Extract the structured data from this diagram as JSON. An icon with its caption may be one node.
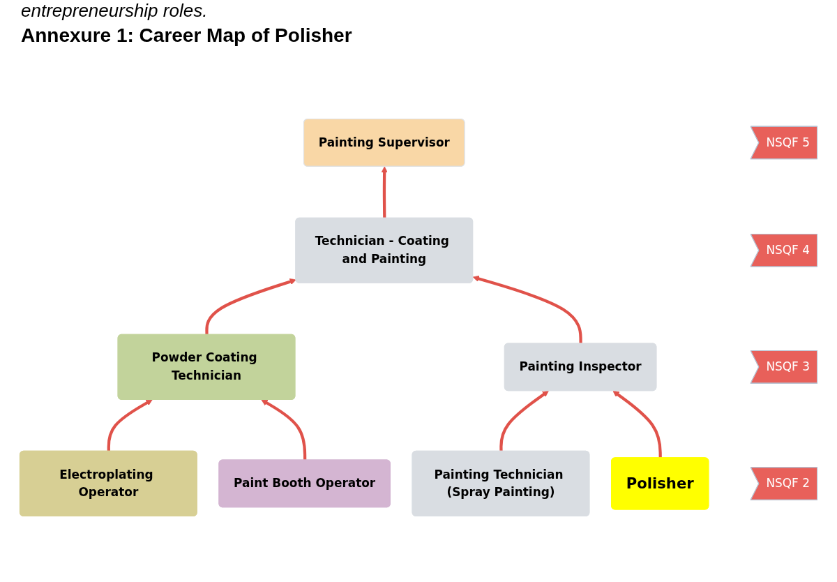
{
  "diagram": {
    "title": "Annexure 1: Career Map of Polisher",
    "nodes": [
      {
        "text": [
          "Painting Supervisor"
        ]
      },
      {
        "text": [
          "Technician - Coating and Painting"
        ]
      },
      {
        "text": [
          "Powder Coating Technician"
        ]
      },
      {
        "text": [
          "Painting Inspector"
        ]
      },
      {
        "text": [
          "Electroplating Operator"
        ]
      },
      {
        "text": [
          "Paint Booth Operator"
        ]
      },
      {
        "text": [
          "Painting Technician (Spray Painting)"
        ]
      },
      {
        "text": [
          "Polisher"
        ]
      },
      {
        "text": [
          "NSQF 5"
        ]
      },
      {
        "text": [
          "NSQF 4"
        ]
      },
      {
        "text": [
          "NSQF 3"
        ]
      },
      {
        "text": [
          "NSQF 2"
        ]
      }
    ],
    "edges": [
      {
        "from": 1,
        "to": 0,
        "arrow": "to",
        "color": "#e0524a"
      },
      {
        "from": 2,
        "to": 1,
        "arrow": "to",
        "color": "#e0524a"
      },
      {
        "from": 3,
        "to": 1,
        "arrow": "to",
        "color": "#e0524a"
      },
      {
        "from": 4,
        "to": 2,
        "arrow": "to",
        "color": "#e0524a"
      },
      {
        "from": 5,
        "to": 2,
        "arrow": "to",
        "color": "#e0524a"
      },
      {
        "from": 6,
        "to": 3,
        "arrow": "to",
        "color": "#e0524a"
      },
      {
        "from": 7,
        "to": 3,
        "arrow": "to",
        "color": "#e0524a"
      }
    ],
    "labels": [
      "entrepreneurship roles."
    ]
  }
}
